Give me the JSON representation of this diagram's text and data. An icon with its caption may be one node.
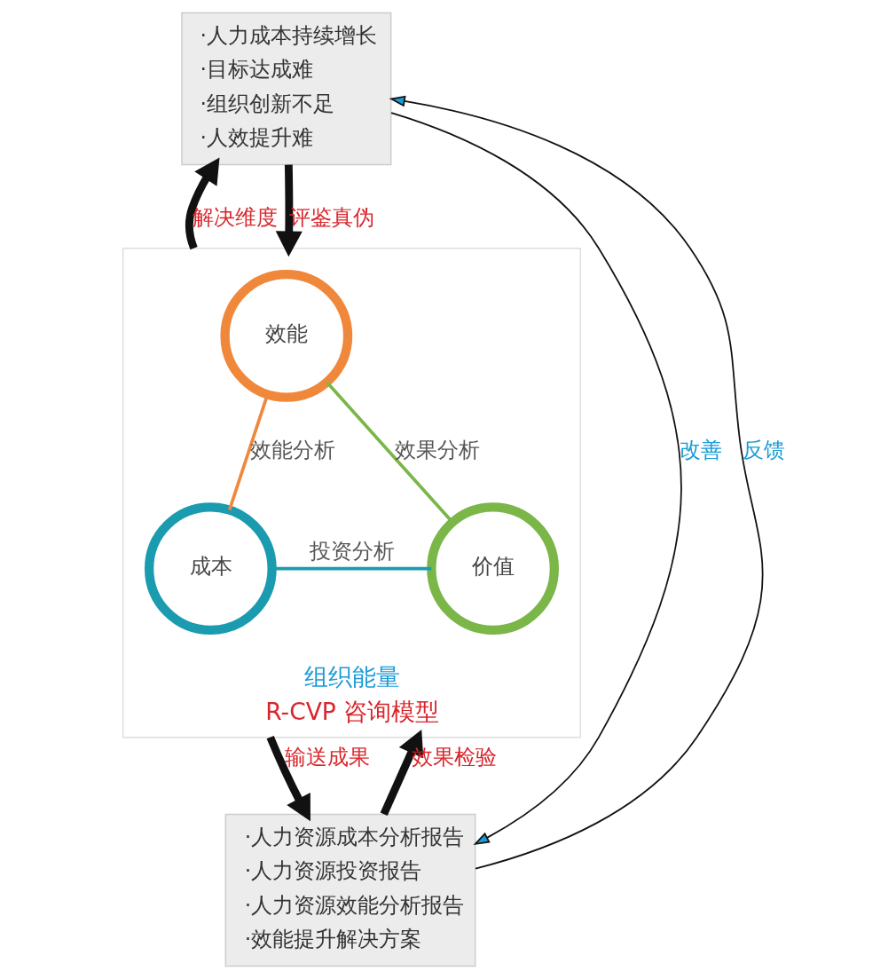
{
  "diagram": {
    "nodes": [
      {
        "text": [
          "·人力成本持续增长",
          "·目标达成难",
          "·组织创新不足",
          "·人效提升难"
        ]
      },
      {
        "text": [
          "组织能量",
          "R-CVP 咨询模型"
        ]
      },
      {
        "text": [
          "效能"
        ],
        "in": 1
      },
      {
        "text": [
          "成本"
        ],
        "in": 1
      },
      {
        "text": [
          "价值"
        ],
        "in": 1
      },
      {
        "text": [
          "·人力资源成本分析报告",
          "·人力资源投资报告",
          "·人力资源效能分析报告",
          "·效能提升解决方案"
        ]
      }
    ],
    "edges": [
      {
        "from": 1,
        "to": 0,
        "arrow": "to",
        "label": "解决维度",
        "style": "thick"
      },
      {
        "from": 0,
        "to": 1,
        "arrow": "to",
        "label": "评鉴真伪",
        "style": "thick"
      },
      {
        "from": 2,
        "to": 3,
        "arrow": "none",
        "label": "效能分析",
        "color": "#f0883c"
      },
      {
        "from": 2,
        "to": 4,
        "arrow": "none",
        "label": "效果分析",
        "color": "#7ab648"
      },
      {
        "from": 3,
        "to": 4,
        "arrow": "none",
        "label": "投资分析",
        "color": "#1a9bb0"
      },
      {
        "from": 1,
        "to": 5,
        "arrow": "to",
        "label": "输送成果",
        "style": "thick"
      },
      {
        "from": 5,
        "to": 1,
        "arrow": "to",
        "label": "效果检验",
        "style": "thick"
      },
      {
        "from": 0,
        "to": 5,
        "arrow": "to",
        "label": "改善"
      },
      {
        "from": 5,
        "to": 0,
        "arrow": "to",
        "label": "反馈"
      }
    ]
  }
}
